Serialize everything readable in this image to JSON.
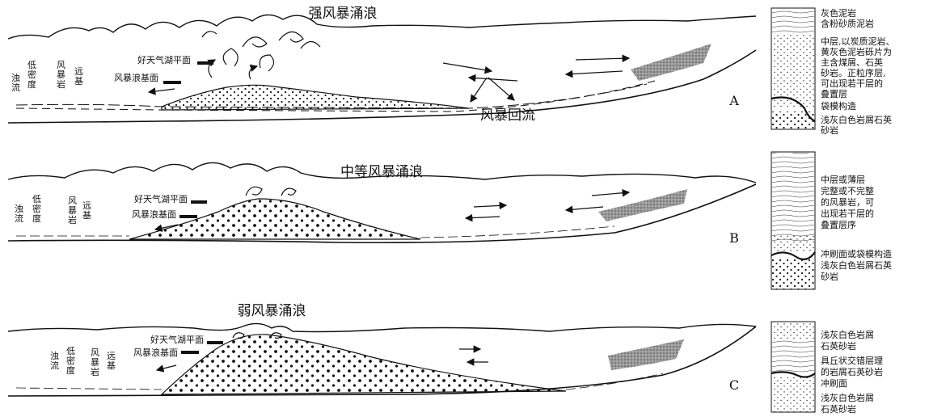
{
  "panels": [
    {
      "letter": "A",
      "surge_label": "强风暴涌浪",
      "fairweather_label": "好天气湖平面",
      "storm_base_label": "风暴浪基面",
      "turbidite_label": [
        "浊",
        "流"
      ],
      "low_density_label": [
        "低",
        "密",
        "度"
      ],
      "tempestite_label": [
        "风",
        "暴",
        "岩"
      ],
      "distal_label": [
        "远",
        "基"
      ],
      "return_flow_label": "风暴回流",
      "column_notes": [
        "灰色泥岩",
        "含粉砂质泥岩",
        "中层,以炭质泥岩、",
        "黄灰色泥岩砾片为",
        "主含煤屑、石英",
        "砂岩。正粒序层,",
        "可出现若干层的",
        "叠置层",
        "袋模构造",
        "浅灰白色岩屑石英",
        "砂岩"
      ]
    },
    {
      "letter": "B",
      "surge_label": "中等风暴涌浪",
      "fairweather_label": "好天气湖平面",
      "storm_base_label": "风暴浪基面",
      "turbidite_label": [
        "浊",
        "流"
      ],
      "low_density_label": [
        "低",
        "密",
        "度"
      ],
      "tempestite_label": [
        "风",
        "暴",
        "岩"
      ],
      "distal_label": [
        "远",
        "基"
      ],
      "column_notes": [
        "中层或薄层",
        "完整或不完整",
        "的风暴岩，可",
        "出现若干层的",
        "叠置层序",
        "冲刷面或袋模构造",
        "浅灰白色岩屑石英",
        "砂岩"
      ]
    },
    {
      "letter": "C",
      "surge_label": "弱风暴涌浪",
      "fairweather_label": "好天气湖平面",
      "storm_base_label": "风暴浪基面",
      "turbidite_label": [
        "浊",
        "流"
      ],
      "low_density_label": [
        "低",
        "密",
        "度"
      ],
      "tempestite_label": [
        "风",
        "暴",
        "岩"
      ],
      "distal_label": [
        "远",
        "基"
      ],
      "column_notes": [
        "浅灰白色岩屑",
        "石英砂岩",
        "具丘状交错层理",
        "的岩屑石英砂岩",
        "冲刷面",
        "浅灰白色岩屑",
        "石英砂岩"
      ]
    }
  ]
}
